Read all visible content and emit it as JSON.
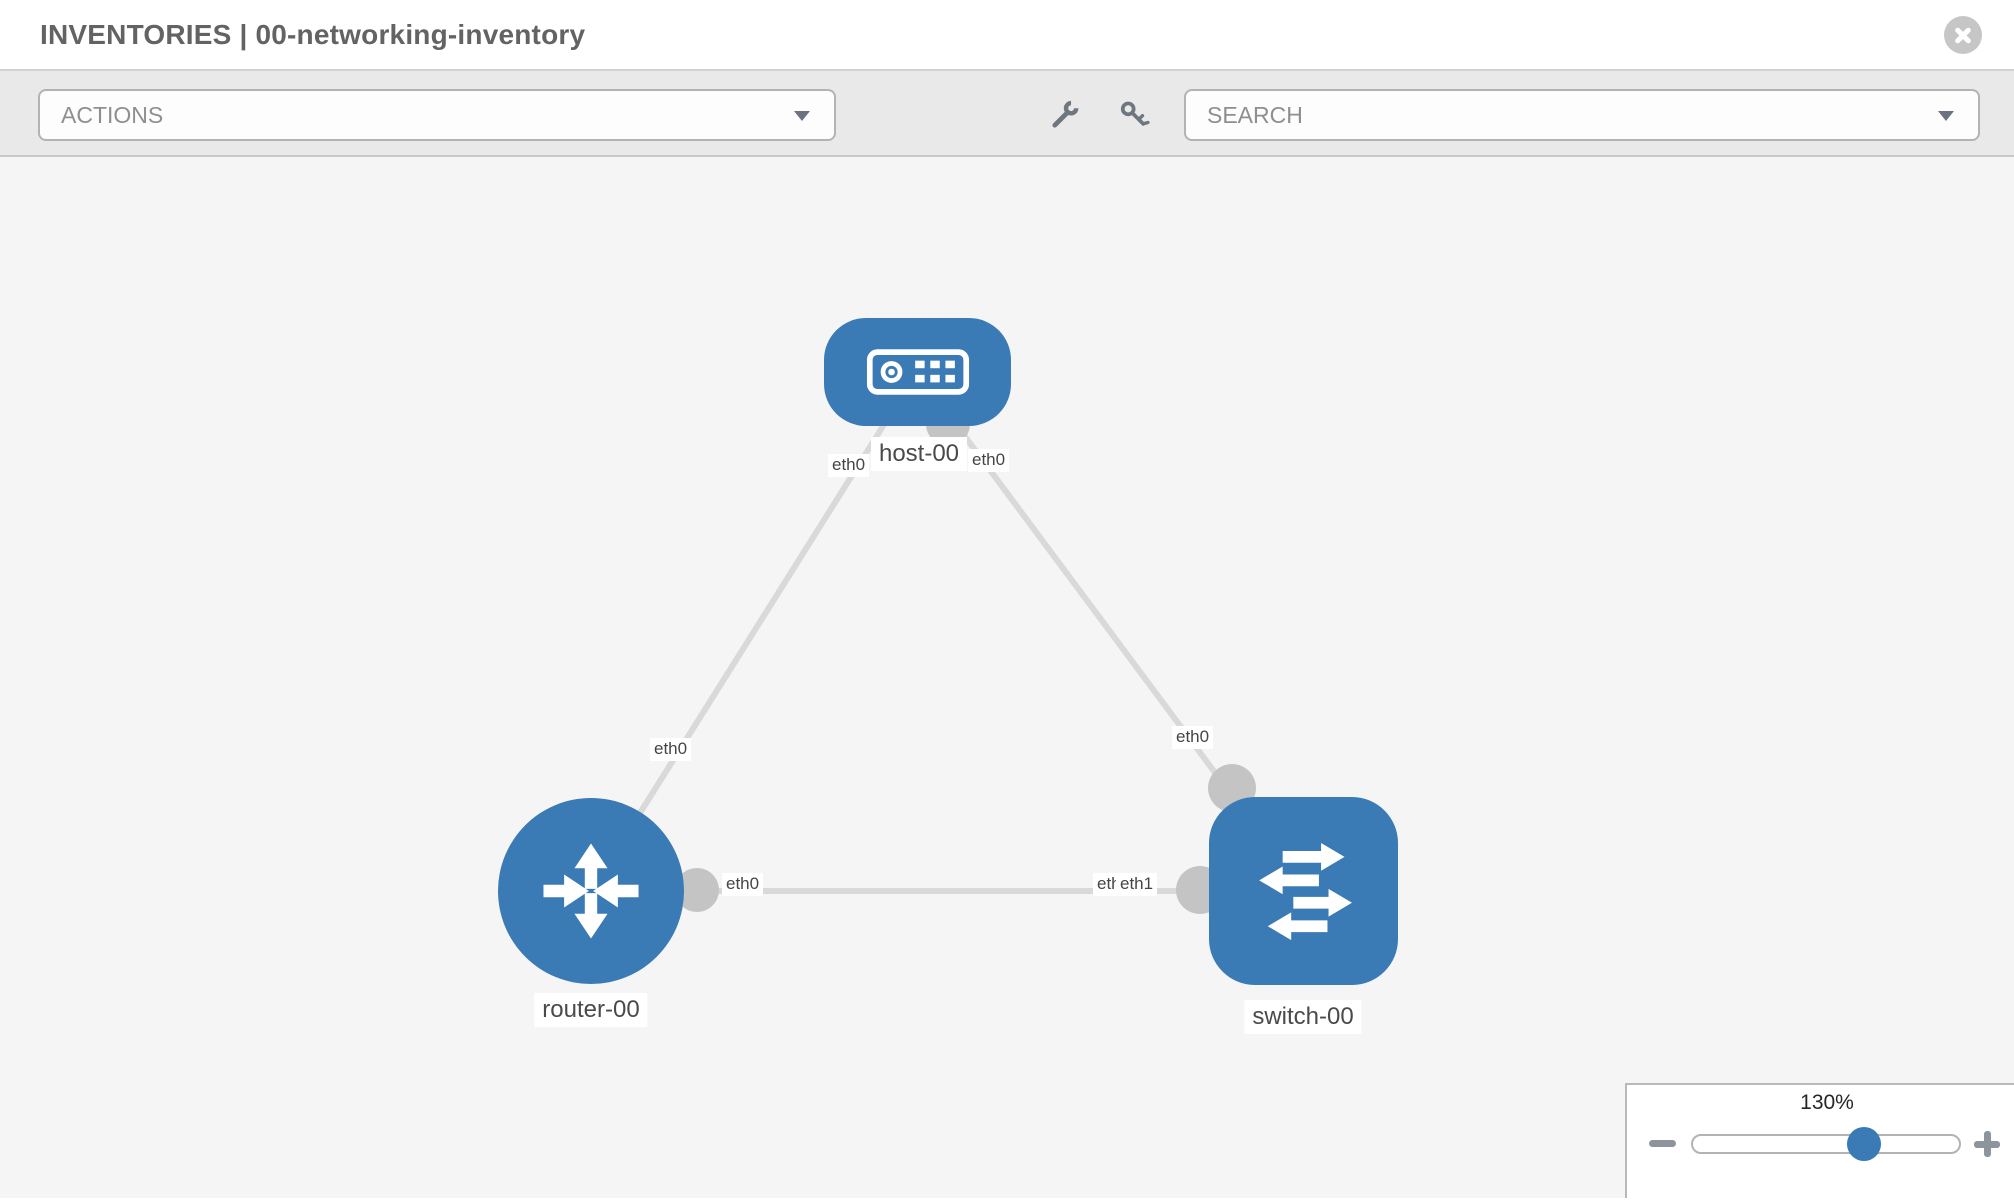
{
  "header": {
    "title": "INVENTORIES | 00-networking-inventory"
  },
  "toolbar": {
    "actions_label": "ACTIONS",
    "search_label": "SEARCH"
  },
  "icons": {
    "wrench": "wrench",
    "key": "key",
    "close": "circle-x",
    "dropdown_caret": "triangle-down",
    "zoom_out": "minus",
    "zoom_in": "plus",
    "host_glyph": "server-front-panel",
    "router_glyph": "four-way-arrows",
    "switch_glyph": "zigzag-arrows"
  },
  "colors": {
    "node_blue": "#3a7ab5",
    "link_gray": "#d9d9d9",
    "bubble_gray": "#c4c4c4",
    "canvas_bg": "#f5f5f5",
    "toolbar_bg": "#e9e9e9"
  },
  "topology": {
    "nodes": [
      {
        "label": "host-00",
        "type": "host"
      },
      {
        "label": "router-00",
        "type": "router"
      },
      {
        "label": "switch-00",
        "type": "switch"
      }
    ],
    "links": [
      {
        "from": "host-00",
        "to": "router-00"
      },
      {
        "from": "host-00",
        "to": "switch-00"
      },
      {
        "from": "router-00",
        "to": "switch-00"
      }
    ],
    "interface_labels": [
      {
        "text": "eth0",
        "node": "host-00",
        "link": "host-router"
      },
      {
        "text": "eth0",
        "node": "host-00",
        "link": "host-switch"
      },
      {
        "text": "eth0",
        "node": "router-00",
        "link": "host-router"
      },
      {
        "text": "eth0",
        "node": "switch-00",
        "link": "host-switch"
      },
      {
        "text": "eth0",
        "node": "router-00",
        "link": "router-switch"
      },
      {
        "text": "eth0",
        "node": "switch-00",
        "link": "router-switch"
      },
      {
        "text": "eth1",
        "node": "switch-00",
        "link": "router-switch"
      }
    ]
  },
  "zoom_control": {
    "value": "130%"
  }
}
